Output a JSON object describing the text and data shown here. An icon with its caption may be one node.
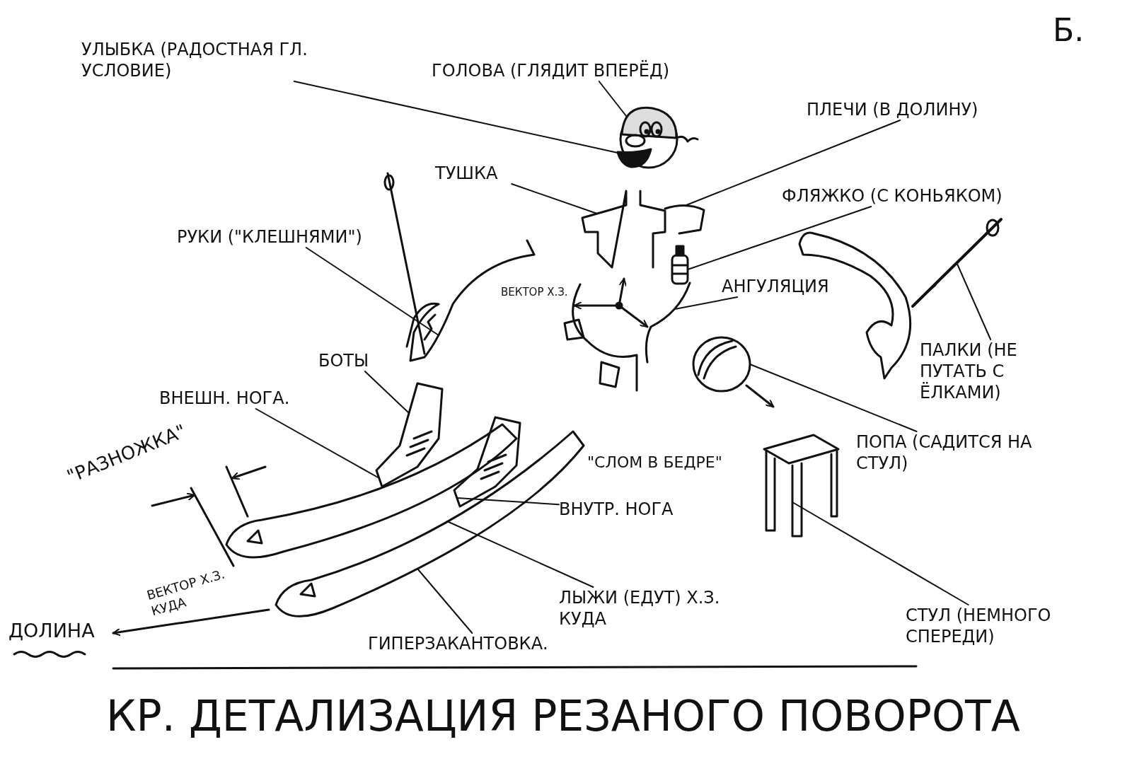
{
  "diagram": {
    "title": "КР. ДЕТАЛИЗАЦИЯ РЕЗАНОГО ПОВОРОТА",
    "nodes": [
      {
        "text": [
          "УЛЫБКА (РАДОСТНАЯ ГЛ. УСЛОВИЕ)"
        ]
      },
      {
        "text": [
          "ГОЛОВА (ГЛЯДИТ ВПЕРЁД)"
        ]
      },
      {
        "text": [],
        "shape": "picture"
      },
      {
        "text": [],
        "shape": "picture",
        "in": 2
      },
      {
        "text": [
          "ПЛЕЧИ (В ДОЛИНУ)"
        ]
      },
      {
        "text": [
          "ТУШКА"
        ]
      },
      {
        "text": [],
        "shape": "picture"
      },
      {
        "text": [],
        "shape": "picture"
      },
      {
        "text": [
          "ФЛЯЖКО (С КОНЬЯКОМ)"
        ]
      },
      {
        "text": [],
        "shape": "picture"
      },
      {
        "text": [
          "РУКИ (\"КЛЕШНЯМИ\")"
        ]
      },
      {
        "text": [],
        "shape": "picture"
      },
      {
        "text": [
          "АНГУЛЯЦИЯ"
        ]
      },
      {
        "text": [],
        "shape": "picture"
      },
      {
        "text": [
          "БОТЫ"
        ]
      },
      {
        "text": [
          "ВНЕШН. НОГА."
        ]
      },
      {
        "text": [],
        "shape": "picture"
      },
      {
        "text": [],
        "shape": "picture"
      },
      {
        "text": [
          "ВНУТР. НОГА"
        ]
      },
      {
        "text": [],
        "shape": "picture"
      },
      {
        "text": [
          "ЛЫЖИ (ЕДУТ) Х.З. КУДА"
        ]
      },
      {
        "text": [
          "ГИПЕРЗАКАНТОВКА."
        ]
      },
      {
        "text": [
          "ПАЛКИ (НЕ ПУТАТЬ С ЁЛКАМИ)"
        ]
      },
      {
        "text": [],
        "shape": "picture"
      },
      {
        "text": [
          "ПОПА (САДИТСЯ НА СТУЛ)"
        ]
      },
      {
        "text": [],
        "shape": "picture"
      },
      {
        "text": [],
        "shape": "picture"
      },
      {
        "text": [
          "СТУЛ (НЕМНОГО СПЕРЕДИ)"
        ]
      }
    ],
    "edges": [
      {
        "from": 0,
        "to": 3,
        "arrow": "none"
      },
      {
        "from": 1,
        "to": 2,
        "arrow": "none"
      },
      {
        "from": 4,
        "to": 7,
        "arrow": "none"
      },
      {
        "from": 5,
        "to": 6,
        "arrow": "none"
      },
      {
        "from": 8,
        "to": 9,
        "arrow": "none"
      },
      {
        "from": 10,
        "to": 11,
        "arrow": "none"
      },
      {
        "from": 12,
        "to": 13,
        "arrow": "none"
      },
      {
        "from": 14,
        "to": 16,
        "arrow": "none"
      },
      {
        "from": 15,
        "to": 16,
        "arrow": "none"
      },
      {
        "from": 18,
        "to": 17,
        "arrow": "none"
      },
      {
        "from": 20,
        "to": 19,
        "arrow": "none"
      },
      {
        "from": 21,
        "to": 19,
        "arrow": "none"
      },
      {
        "from": 22,
        "to": 23,
        "arrow": "none"
      },
      {
        "from": 24,
        "to": 25,
        "arrow": "none"
      },
      {
        "from": 27,
        "to": 26,
        "arrow": "none"
      }
    ],
    "labels": [
      "Б.",
      "ВЕКТОР Х.З.",
      "\"СЛОМ В БЕДРЕ\"",
      "\"РАЗНОЖКА\"",
      "ВЕКТОР Х.З. КУДА",
      "ДОЛИНА"
    ]
  }
}
